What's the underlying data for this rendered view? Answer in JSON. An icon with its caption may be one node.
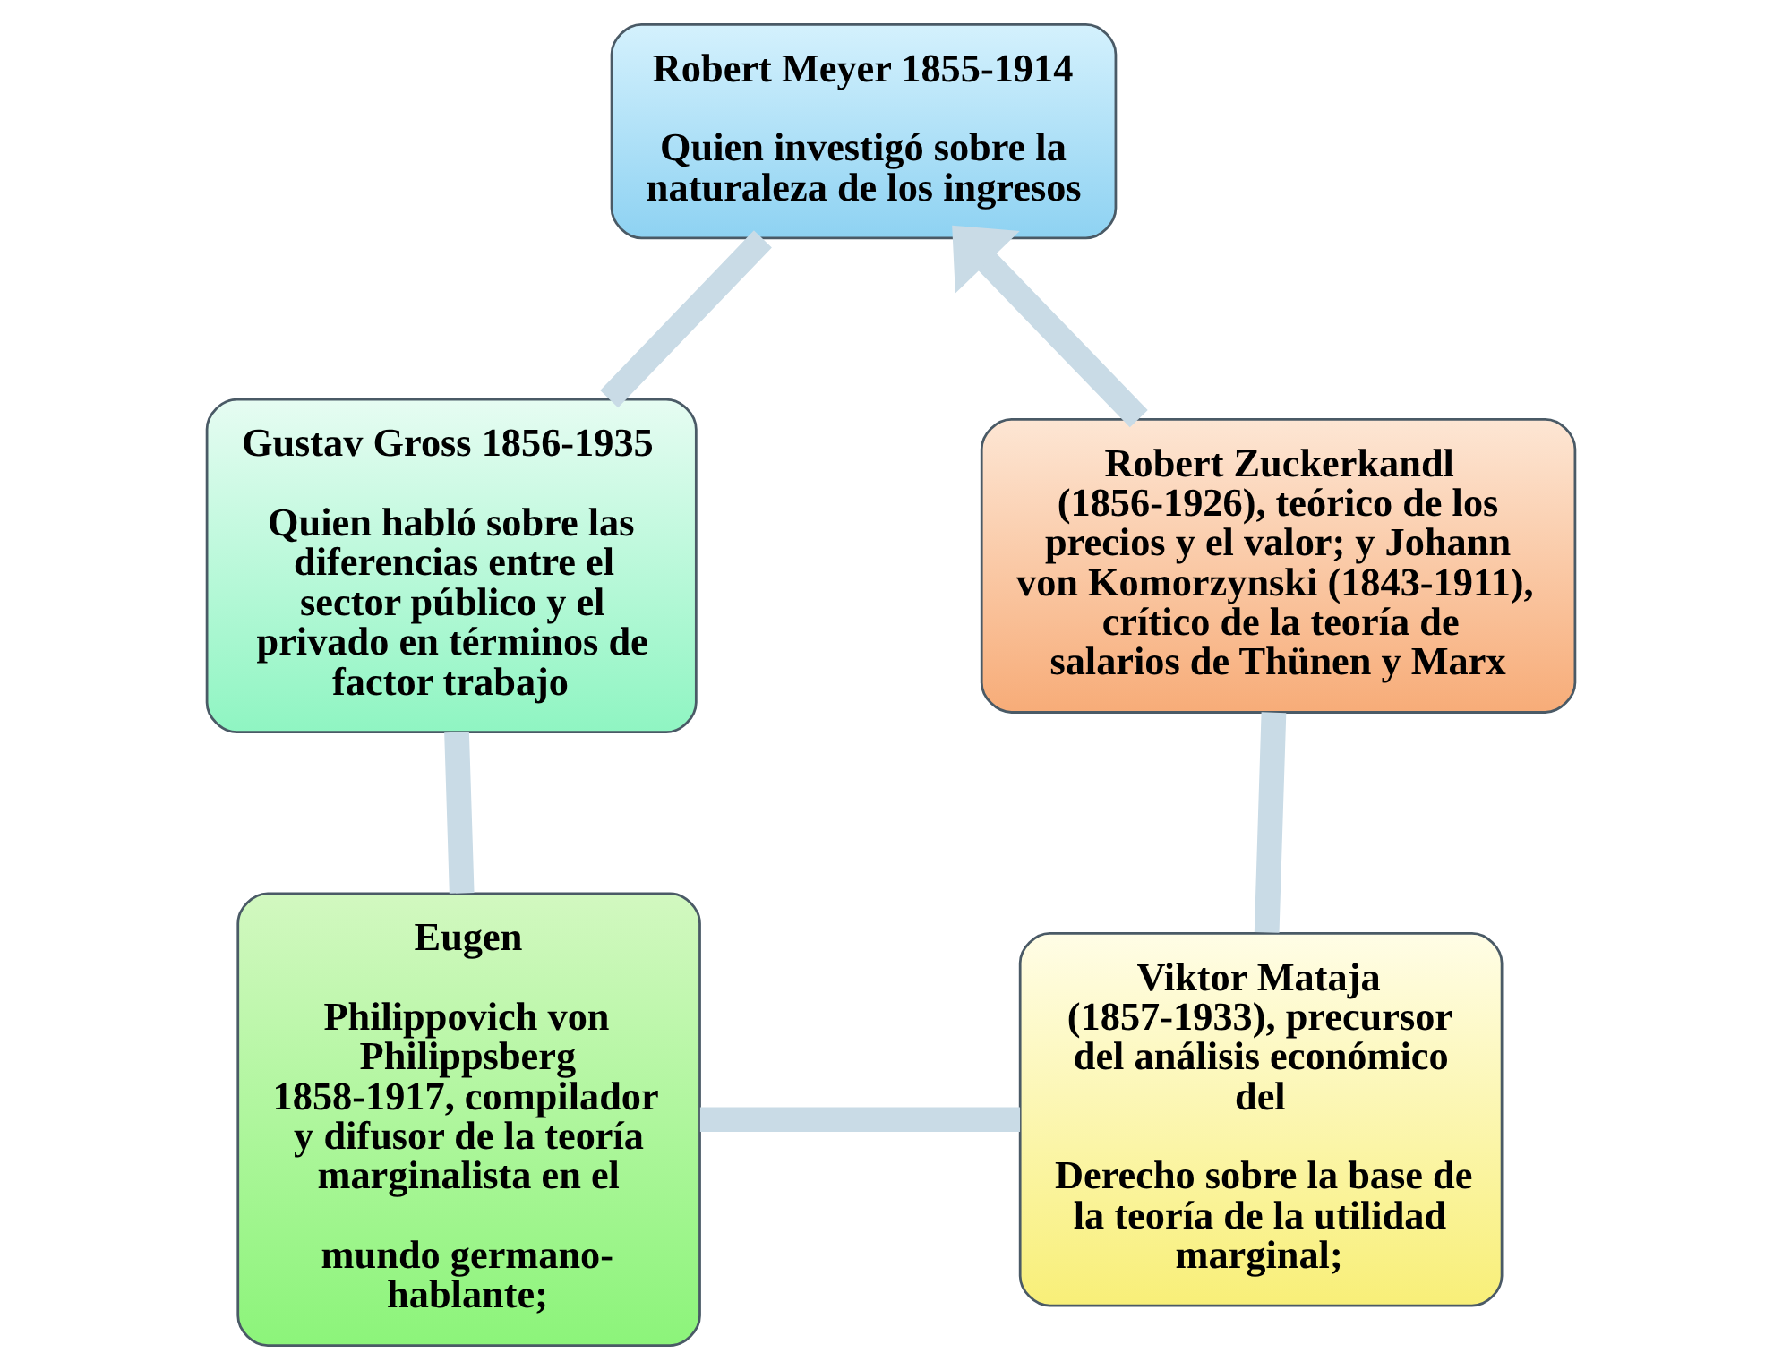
{
  "diagram": {
    "nodes": [
      {
        "text": [
          "Robert Meyer 1855-1914",
          "Quien investigó sobre la naturaleza de los ingresos"
        ]
      },
      {
        "text": [
          "Gustav Gross 1856-1935",
          "Quien habló sobre las diferencias entre el sector público y el privado en términos de factor trabajo"
        ]
      },
      {
        "text": [
          "Eugen",
          "Philippovich von Philippsberg 1858-1917, compilador y difusor de la teoría marginalista en el",
          "mundo germano-hablante;"
        ]
      },
      {
        "text": [
          "Viktor Mataja (1857-1933), precursor del análisis económico del",
          "Derecho sobre la base de la teoría de la utilidad marginal;"
        ]
      },
      {
        "text": [
          "Robert Zuckerkandl (1856-1926), teórico de los precios y el valor; y Johann von Komorzynski (1843-1911), crítico de la teoría de salarios de Thünen y Marx"
        ]
      }
    ],
    "edges": [
      {
        "from": 0,
        "to": 1,
        "arrow": "none"
      },
      {
        "from": 1,
        "to": 2,
        "arrow": "none"
      },
      {
        "from": 2,
        "to": 3,
        "arrow": "none"
      },
      {
        "from": 3,
        "to": 4,
        "arrow": "none"
      },
      {
        "from": 4,
        "to": 0,
        "arrow": "to"
      }
    ]
  }
}
